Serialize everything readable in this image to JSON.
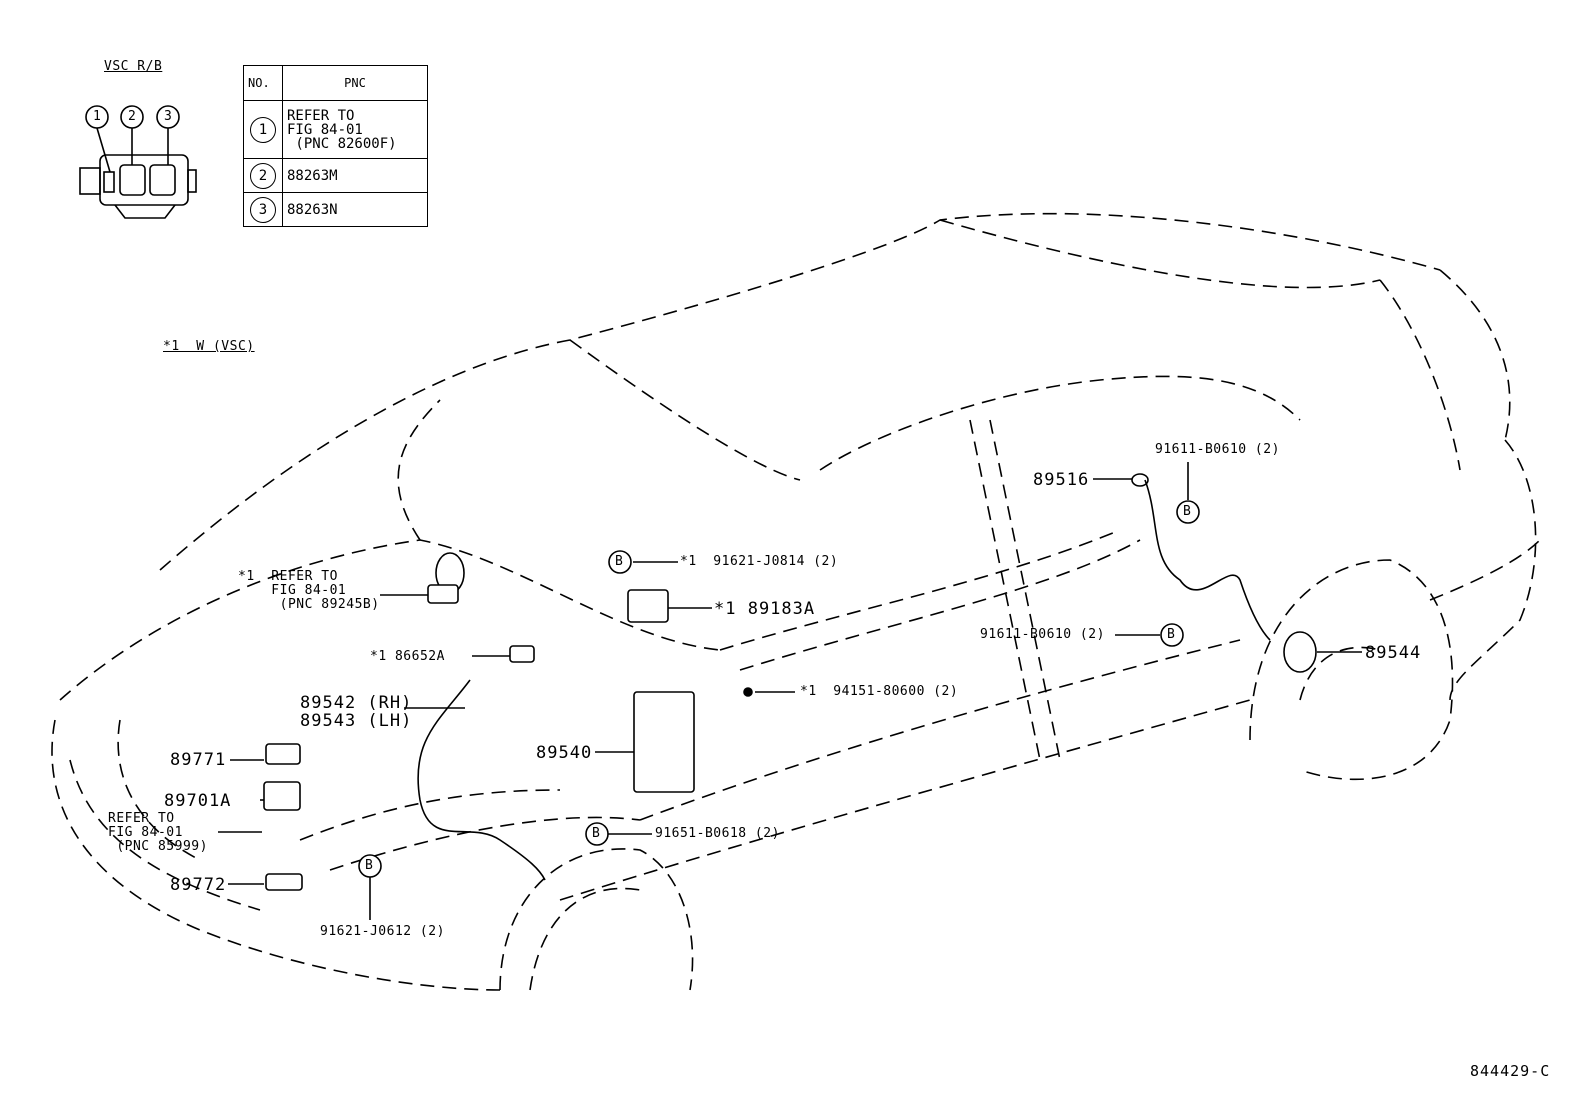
{
  "connector_diagram": {
    "title": "VSC R/B",
    "callouts": [
      "1",
      "2",
      "3"
    ]
  },
  "pnc_table": {
    "headers": {
      "no": "NO.",
      "pnc": "PNC"
    },
    "rows": [
      {
        "no": "1",
        "pnc": "REFER TO\nFIG 84-01\n (PNC 82600F)"
      },
      {
        "no": "2",
        "pnc": "88263M"
      },
      {
        "no": "3",
        "pnc": "88263N"
      }
    ]
  },
  "footnote": "*1  W (VSC)",
  "part_labels": {
    "refer_89245b": "*1  REFER TO\n    FIG 84-01\n     (PNC 89245B)",
    "p86652a": "*1 86652A",
    "p89542": "89542 (RH)",
    "p89543": "89543 (LH)",
    "p89771": "89771",
    "p89701a": "89701A",
    "refer_85999": "REFER TO\nFIG 84-01\n (PNC 85999)",
    "p89772": "89772",
    "p91621_j0612": "91621-J0612 (2)",
    "p91621_j0814": "*1  91621-J0814 (2)",
    "p89183a": "*1 89183A",
    "p94151_80600": "*1  94151-80600 (2)",
    "p89540": "89540",
    "p91651_b0618": "91651-B0618 (2)",
    "p91611_b0610_top": "91611-B0610 (2)",
    "p89516": "89516",
    "p91611_b0610_mid": "91611-B0610 (2)",
    "p89544": "89544"
  },
  "bolt_marker": "B",
  "figure_id": "844429-C"
}
